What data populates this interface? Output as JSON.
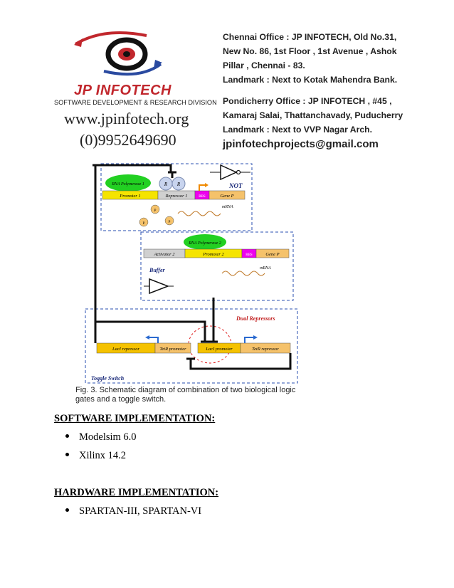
{
  "banner": {
    "brand": "JP INFOTECH",
    "division": "SOFTWARE DEVELOPMENT & RESEARCH DIVISION",
    "website": "www.jpinfotech.org",
    "phone": "(0)9952649690",
    "chennai_line1": "Chennai Office : JP INFOTECH, Old No.31,",
    "chennai_line2": "New No. 86, 1st Floor , 1st Avenue , Ashok",
    "chennai_line3": "Pillar , Chennai - 83.",
    "chennai_landmark": "Landmark : Next to Kotak Mahendra Bank.",
    "pondy_line1": "Pondicherry Office : JP INFOTECH , #45 ,",
    "pondy_line2": "Kamaraj Salai, Thattanchavady, Puducherry",
    "pondy_landmark": "Landmark : Next to VVP Nagar Arch.",
    "email": "jpinfotechprojects@gmail.com"
  },
  "figure": {
    "labels": {
      "rna_pol_1": "RNA Polymerase 1",
      "r1": "R",
      "r2": "R",
      "promoter1": "Promoter 1",
      "repressor1": "Repressor 1",
      "rbs1": "RBS",
      "gene1": "Gene P",
      "not": "NOT",
      "mrna1": "mRNA",
      "p1": "P",
      "p2": "P",
      "p3": "P",
      "rna_pol_2": "RNA Polymerase 2",
      "activator2": "Activator 2",
      "promoter2": "Promoter 2",
      "rbs2": "RBS",
      "gene2": "Gene P",
      "buffer": "Buffer",
      "mrna2": "mRNA",
      "dual_repressors": "Dual Repressors",
      "lacirepressor": "LacI repressor",
      "tetrpromoter": "TetR promoter",
      "lacipromoter": "LacI promoter",
      "tetrrepressor": "TetR repressor",
      "toggle_switch": "Toggle Switch"
    },
    "caption": "Fig. 3. Schematic diagram of combination of two biological logic gates and a toggle switch."
  },
  "sections": {
    "software_heading": "SOFTWARE IMPLEMENTATION:",
    "software_items": [
      "Modelsim 6.0",
      "Xilinx  14.2"
    ],
    "hardware_heading": "HARDWARE IMPLEMENTATION:",
    "hardware_items": [
      "SPARTAN-III, SPARTAN-VI"
    ]
  }
}
